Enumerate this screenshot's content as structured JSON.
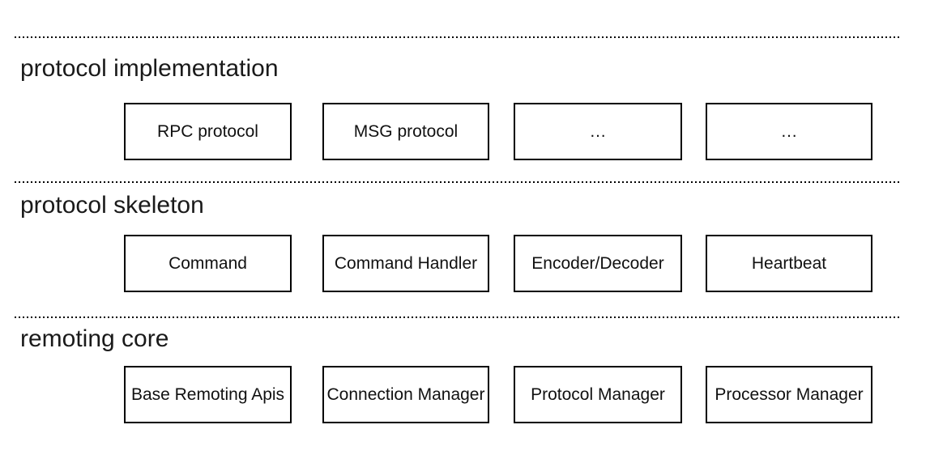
{
  "colors": {
    "background": "#ffffff",
    "divider_line": "#000000",
    "box_border": "#000000",
    "text": "#111111"
  },
  "layers": [
    {
      "title": "protocol implementation",
      "boxes": [
        "RPC protocol",
        "MSG protocol",
        "…",
        "…"
      ]
    },
    {
      "title": "protocol skeleton",
      "boxes": [
        "Command",
        "Command Handler",
        "Encoder/Decoder",
        "Heartbeat"
      ]
    },
    {
      "title": "remoting core",
      "boxes": [
        "Base Remoting Apis",
        "Connection Manager",
        "Protocol Manager",
        "Processor Manager"
      ]
    }
  ]
}
